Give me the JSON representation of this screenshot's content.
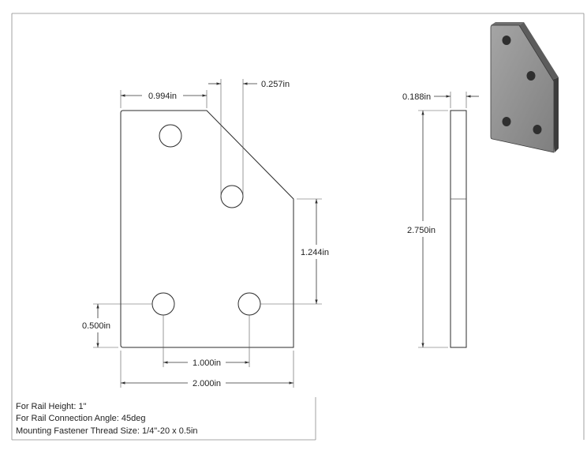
{
  "dimensions": {
    "width_top_left": "0.994in",
    "hole_diameter": "0.257in",
    "thickness": "0.188in",
    "height_right": "1.244in",
    "total_height": "2.750in",
    "hole_offset_bottom": "0.500in",
    "hole_spacing": "1.000in",
    "total_width": "2.000in"
  },
  "notes": [
    "For Rail Height: 1\"",
    "For Rail Connection Angle: 45deg",
    "Mounting Fastener Thread Size: 1/4\"-20 x 0.5in"
  ],
  "colors": {
    "line": "#2b2b2b",
    "iso_face": "#8e8e8e",
    "iso_edge": "#4a4a4a"
  }
}
